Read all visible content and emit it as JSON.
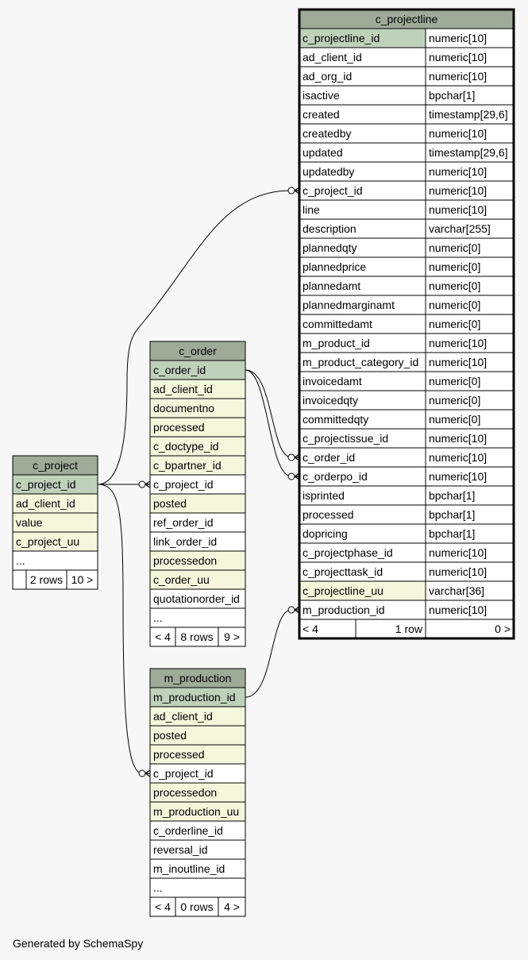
{
  "footer": "Generated by SchemaSpy",
  "colors": {
    "header": "#9eab98",
    "primary_key": "#bfd1bb",
    "indexed": "#f4f7dc",
    "plain": "#ffffff",
    "background": "#f7f7f7"
  },
  "tables": {
    "c_project": {
      "name": "c_project",
      "rows": [
        {
          "col": "c_project_id",
          "kind": "pk"
        },
        {
          "col": "ad_client_id",
          "kind": "idx"
        },
        {
          "col": "value",
          "kind": "idx"
        },
        {
          "col": "c_project_uu",
          "kind": "idx"
        },
        {
          "col": "...",
          "kind": "plain"
        }
      ],
      "footer": [
        "",
        "2 rows",
        "10 >"
      ]
    },
    "c_order": {
      "name": "c_order",
      "rows": [
        {
          "col": "c_order_id",
          "kind": "pk"
        },
        {
          "col": "ad_client_id",
          "kind": "idx"
        },
        {
          "col": "documentno",
          "kind": "idx"
        },
        {
          "col": "processed",
          "kind": "idx"
        },
        {
          "col": "c_doctype_id",
          "kind": "idx"
        },
        {
          "col": "c_bpartner_id",
          "kind": "idx"
        },
        {
          "col": "c_project_id",
          "kind": "plain"
        },
        {
          "col": "posted",
          "kind": "idx"
        },
        {
          "col": "ref_order_id",
          "kind": "plain"
        },
        {
          "col": "link_order_id",
          "kind": "plain"
        },
        {
          "col": "processedon",
          "kind": "idx"
        },
        {
          "col": "c_order_uu",
          "kind": "idx"
        },
        {
          "col": "quotationorder_id",
          "kind": "plain"
        },
        {
          "col": "...",
          "kind": "plain"
        }
      ],
      "footer": [
        "< 4",
        "8 rows",
        "9 >"
      ]
    },
    "m_production": {
      "name": "m_production",
      "rows": [
        {
          "col": "m_production_id",
          "kind": "pk"
        },
        {
          "col": "ad_client_id",
          "kind": "idx"
        },
        {
          "col": "posted",
          "kind": "idx"
        },
        {
          "col": "processed",
          "kind": "idx"
        },
        {
          "col": "c_project_id",
          "kind": "plain"
        },
        {
          "col": "processedon",
          "kind": "idx"
        },
        {
          "col": "m_production_uu",
          "kind": "idx"
        },
        {
          "col": "c_orderline_id",
          "kind": "plain"
        },
        {
          "col": "reversal_id",
          "kind": "plain"
        },
        {
          "col": "m_inoutline_id",
          "kind": "plain"
        },
        {
          "col": "...",
          "kind": "plain"
        }
      ],
      "footer": [
        "< 4",
        "0 rows",
        "4 >"
      ]
    },
    "c_projectline": {
      "name": "c_projectline",
      "rows": [
        {
          "col": "c_projectline_id",
          "type": "numeric[10]",
          "kind": "pk"
        },
        {
          "col": "ad_client_id",
          "type": "numeric[10]",
          "kind": "plain"
        },
        {
          "col": "ad_org_id",
          "type": "numeric[10]",
          "kind": "plain"
        },
        {
          "col": "isactive",
          "type": "bpchar[1]",
          "kind": "plain"
        },
        {
          "col": "created",
          "type": "timestamp[29,6]",
          "kind": "plain"
        },
        {
          "col": "createdby",
          "type": "numeric[10]",
          "kind": "plain"
        },
        {
          "col": "updated",
          "type": "timestamp[29,6]",
          "kind": "plain"
        },
        {
          "col": "updatedby",
          "type": "numeric[10]",
          "kind": "plain"
        },
        {
          "col": "c_project_id",
          "type": "numeric[10]",
          "kind": "plain"
        },
        {
          "col": "line",
          "type": "numeric[10]",
          "kind": "plain"
        },
        {
          "col": "description",
          "type": "varchar[255]",
          "kind": "plain"
        },
        {
          "col": "plannedqty",
          "type": "numeric[0]",
          "kind": "plain"
        },
        {
          "col": "plannedprice",
          "type": "numeric[0]",
          "kind": "plain"
        },
        {
          "col": "plannedamt",
          "type": "numeric[0]",
          "kind": "plain"
        },
        {
          "col": "plannedmarginamt",
          "type": "numeric[0]",
          "kind": "plain"
        },
        {
          "col": "committedamt",
          "type": "numeric[0]",
          "kind": "plain"
        },
        {
          "col": "m_product_id",
          "type": "numeric[10]",
          "kind": "plain"
        },
        {
          "col": "m_product_category_id",
          "type": "numeric[10]",
          "kind": "plain"
        },
        {
          "col": "invoicedamt",
          "type": "numeric[0]",
          "kind": "plain"
        },
        {
          "col": "invoicedqty",
          "type": "numeric[0]",
          "kind": "plain"
        },
        {
          "col": "committedqty",
          "type": "numeric[0]",
          "kind": "plain"
        },
        {
          "col": "c_projectissue_id",
          "type": "numeric[10]",
          "kind": "plain"
        },
        {
          "col": "c_order_id",
          "type": "numeric[10]",
          "kind": "plain"
        },
        {
          "col": "c_orderpo_id",
          "type": "numeric[10]",
          "kind": "plain"
        },
        {
          "col": "isprinted",
          "type": "bpchar[1]",
          "kind": "plain"
        },
        {
          "col": "processed",
          "type": "bpchar[1]",
          "kind": "plain"
        },
        {
          "col": "dopricing",
          "type": "bpchar[1]",
          "kind": "plain"
        },
        {
          "col": "c_projectphase_id",
          "type": "numeric[10]",
          "kind": "plain"
        },
        {
          "col": "c_projecttask_id",
          "type": "numeric[10]",
          "kind": "plain"
        },
        {
          "col": "c_projectline_uu",
          "type": "varchar[36]",
          "kind": "idx"
        },
        {
          "col": "m_production_id",
          "type": "numeric[10]",
          "kind": "plain"
        }
      ],
      "footer": [
        "< 4",
        "1 row",
        "0 >"
      ]
    }
  }
}
